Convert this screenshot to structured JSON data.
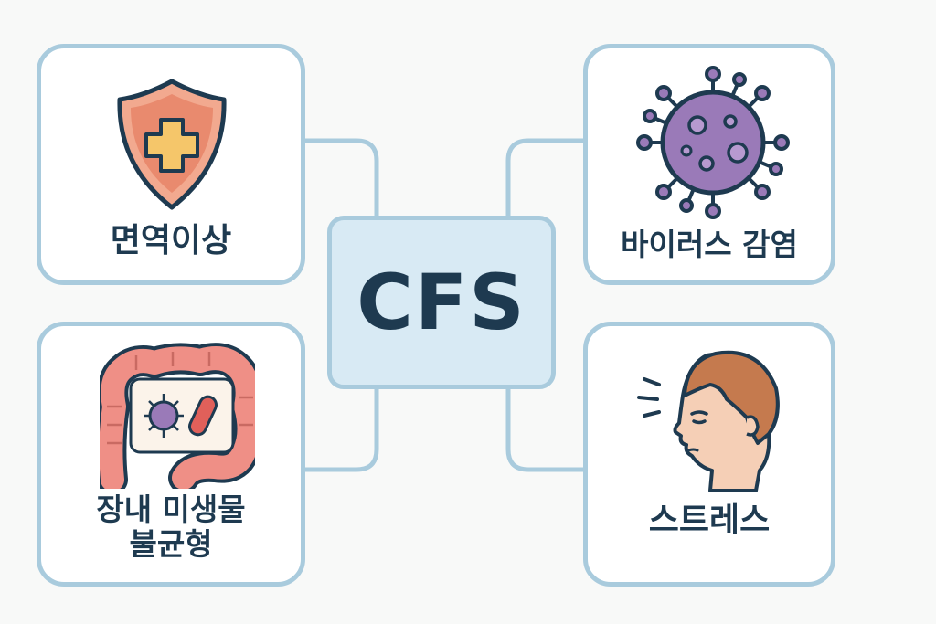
{
  "center": {
    "label": "CFS"
  },
  "factors": {
    "immune": {
      "label": "면역이상",
      "icon": "shield-cross-icon"
    },
    "virus": {
      "label": "바이러스 감염",
      "icon": "virus-icon"
    },
    "microbiome": {
      "label": "장내 미생물\n불균형",
      "icon": "intestine-icon"
    },
    "stress": {
      "label": "스트레스",
      "icon": "stressed-head-icon"
    }
  },
  "colors": {
    "card_border": "#a9cbdd",
    "center_fill": "#d8eaf4",
    "text": "#1e3a50",
    "shield": "#e98a6e",
    "cross": "#f5c66a",
    "virus": "#9a7ab8",
    "intestine": "#ef8f86",
    "skin": "#f5cfb6",
    "hair": "#c57a4e"
  }
}
